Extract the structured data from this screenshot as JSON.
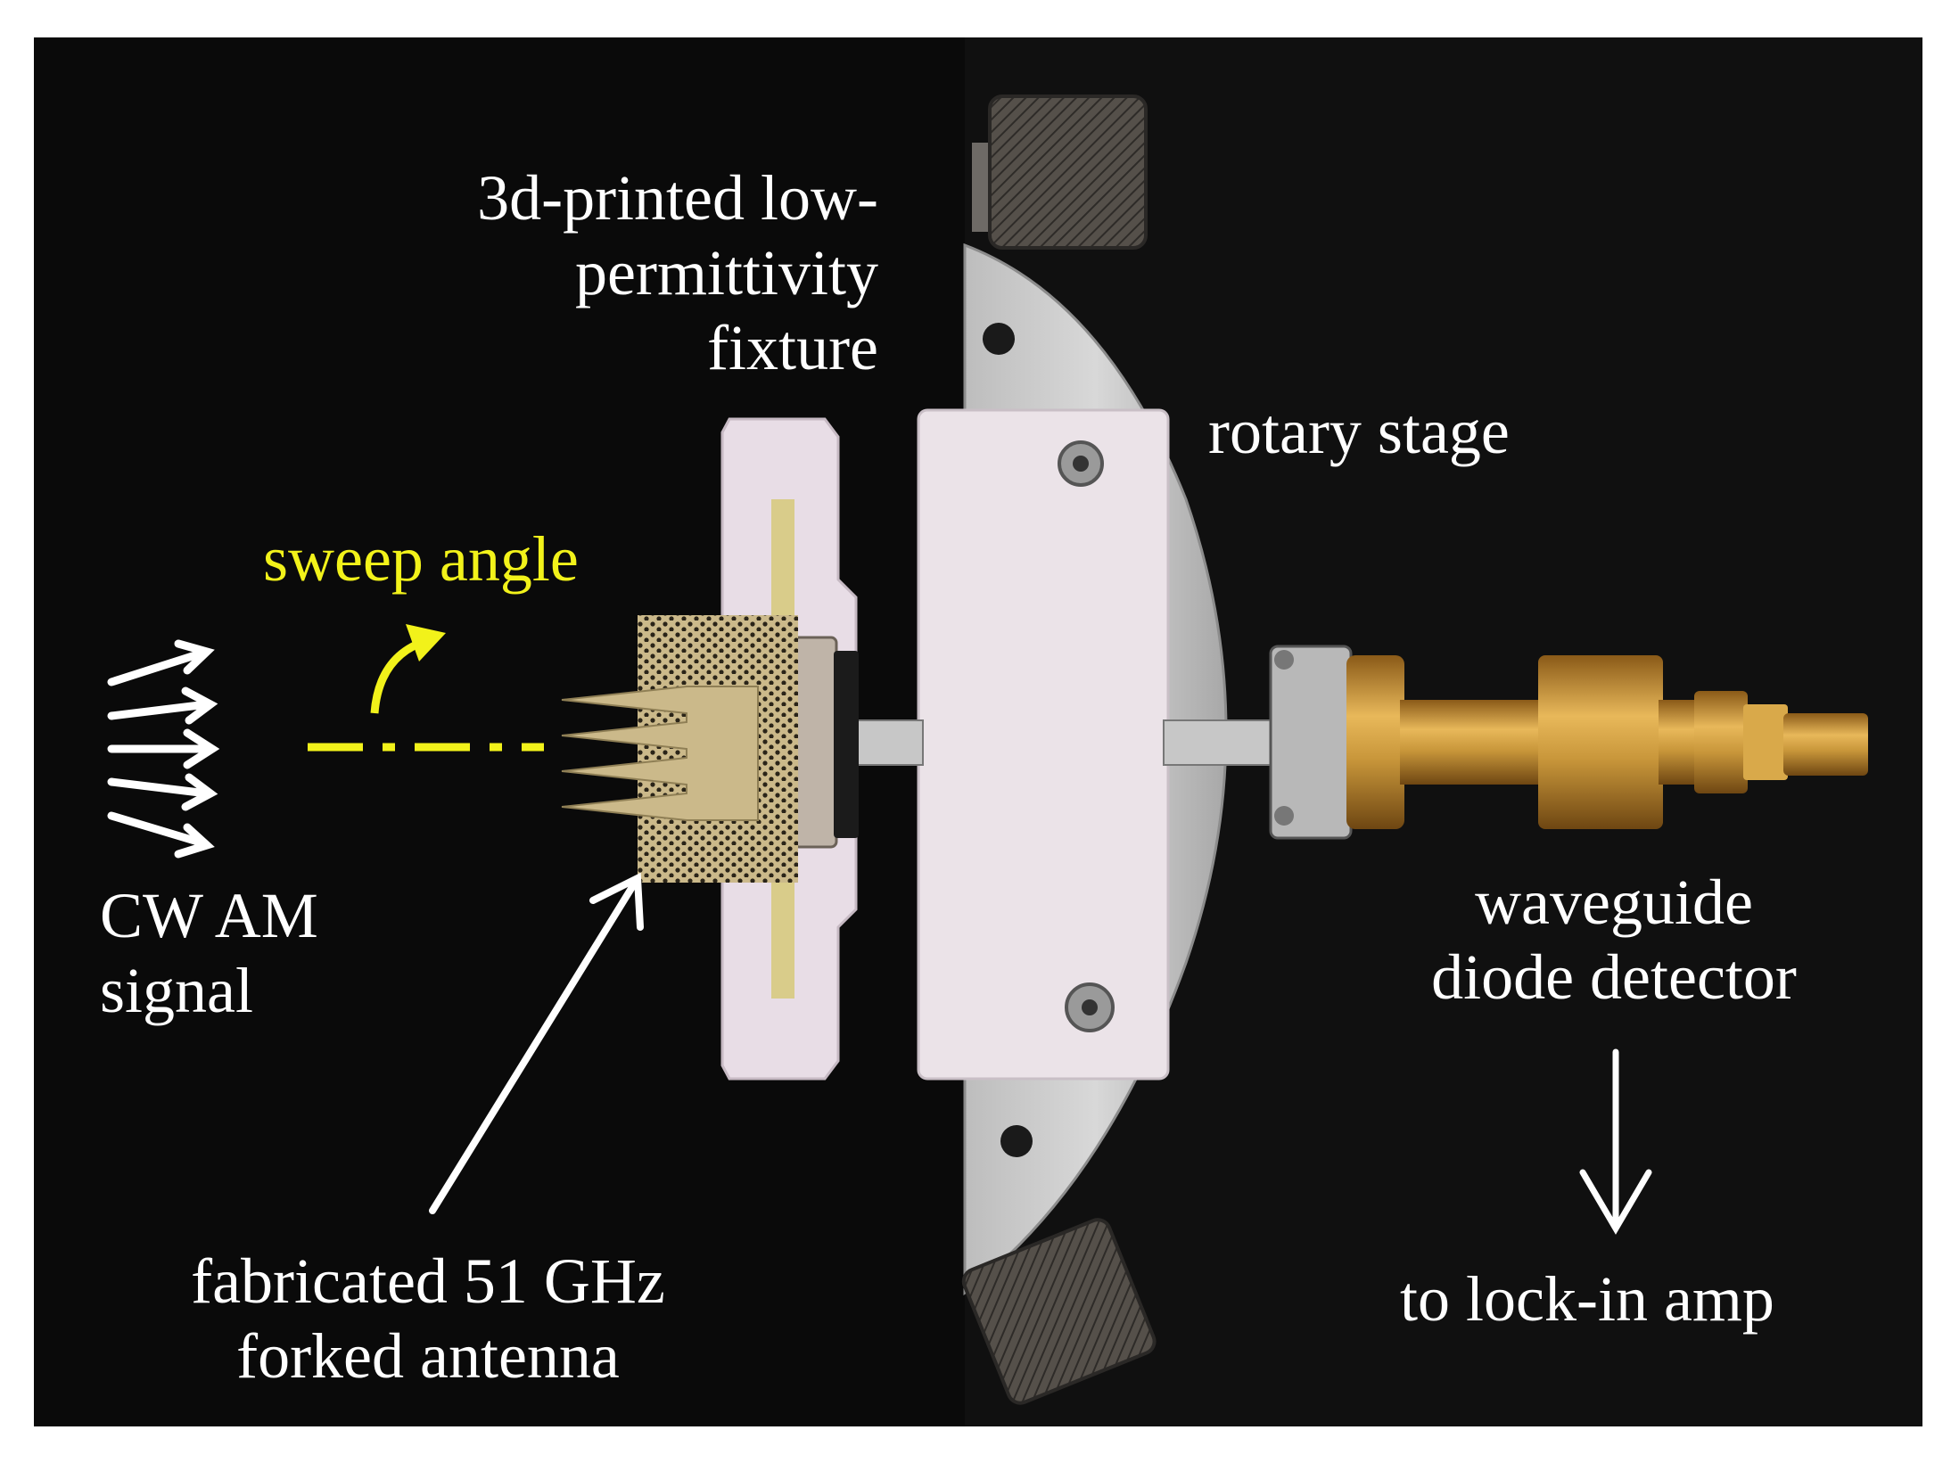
{
  "labels": {
    "fixture": [
      "3d-printed low-",
      "permittivity",
      "fixture"
    ],
    "rotary_stage": "rotary stage",
    "sweep_angle": "sweep angle",
    "signal": [
      "CW AM",
      "signal"
    ],
    "detector": [
      "waveguide",
      "diode detector"
    ],
    "lockin": "to lock-in amp",
    "antenna": [
      "fabricated 51 GHz",
      "forked antenna"
    ]
  },
  "colors": {
    "background": "#0a0a0a",
    "label_text": "#ffffff",
    "sweep_label": "#f2f21a",
    "fixture_plastic": "#e8dde6",
    "stage_metal": "#c9c9c9",
    "antenna_gold": "#cbb98a",
    "brass": "#c8963a"
  }
}
